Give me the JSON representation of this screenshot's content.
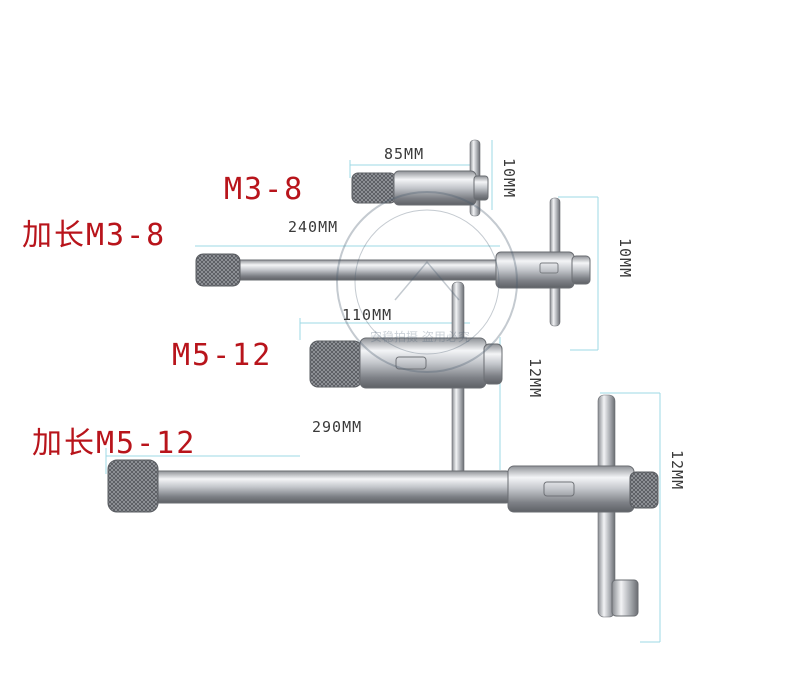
{
  "labels": {
    "m3": "M3-8",
    "long_m3": "加长M3-8",
    "m5": "M5-12",
    "long_m5": "加长M5-12"
  },
  "dimensions": {
    "m3_length": "85MM",
    "m3_width": "10MM",
    "long_m3_length": "240MM",
    "long_m3_width": "10MM",
    "m5_length": "110MM",
    "m5_width": "12MM",
    "long_m5_length": "290MM",
    "long_m5_width": "12MM"
  },
  "watermark": {
    "slogan": "安稳拍摄 盗用必究"
  },
  "colors": {
    "label": "#b8141b",
    "dimension": "#3a3a3a",
    "guide": "#9ed8e4",
    "steel": "#c9ccd1"
  }
}
